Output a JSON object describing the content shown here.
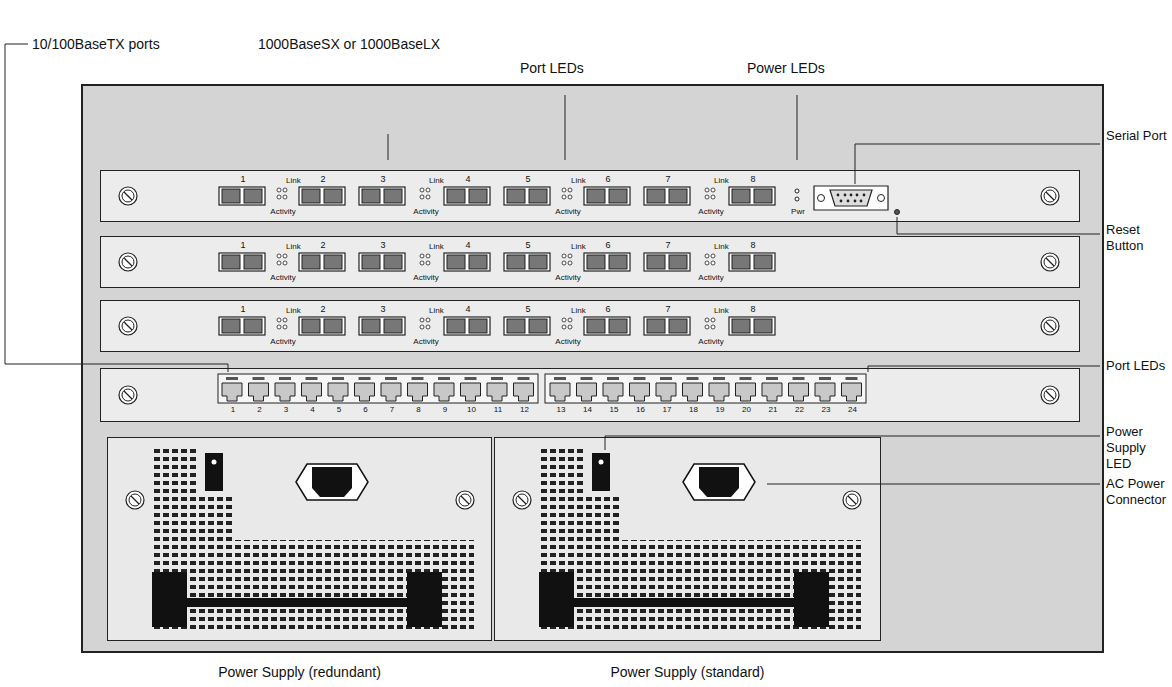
{
  "diagram": {
    "nodes": [
      {
        "text": [
          "1",
          "Link",
          "Activity",
          "2",
          "3",
          "Link",
          "Activity",
          "4",
          "5",
          "Link",
          "Activity",
          "6",
          "7",
          "Link",
          "Activity",
          "8",
          "Pwr"
        ]
      },
      {
        "text": [
          "1",
          "Link",
          "Activity",
          "2",
          "3",
          "Link",
          "Activity",
          "4",
          "5",
          "Link",
          "Activity",
          "6",
          "7",
          "Link",
          "Activity",
          "8"
        ]
      },
      {
        "text": [
          "1",
          "Link",
          "Activity",
          "2",
          "3",
          "Link",
          "Activity",
          "4",
          "5",
          "Link",
          "Activity",
          "6",
          "7",
          "Link",
          "Activity",
          "8"
        ]
      },
      {
        "text": [
          "1",
          "2",
          "3",
          "4",
          "5",
          "6",
          "7",
          "8",
          "9",
          "10",
          "11",
          "12",
          "13",
          "14",
          "15",
          "16",
          "17",
          "18",
          "19",
          "20",
          "21",
          "22",
          "23",
          "24"
        ]
      },
      {
        "text": [
          "Power Supply (redundant)"
        ]
      },
      {
        "text": [
          "Power Supply (standard)"
        ]
      }
    ],
    "labels": [
      "10/100BaseTX ports",
      "1000BaseSX or 1000BaseLX",
      "Port LEDs",
      "Power LEDs",
      "Serial Port",
      "Reset Button",
      "Port LEDs",
      "Power Supply LED",
      "AC Power Connector"
    ]
  }
}
